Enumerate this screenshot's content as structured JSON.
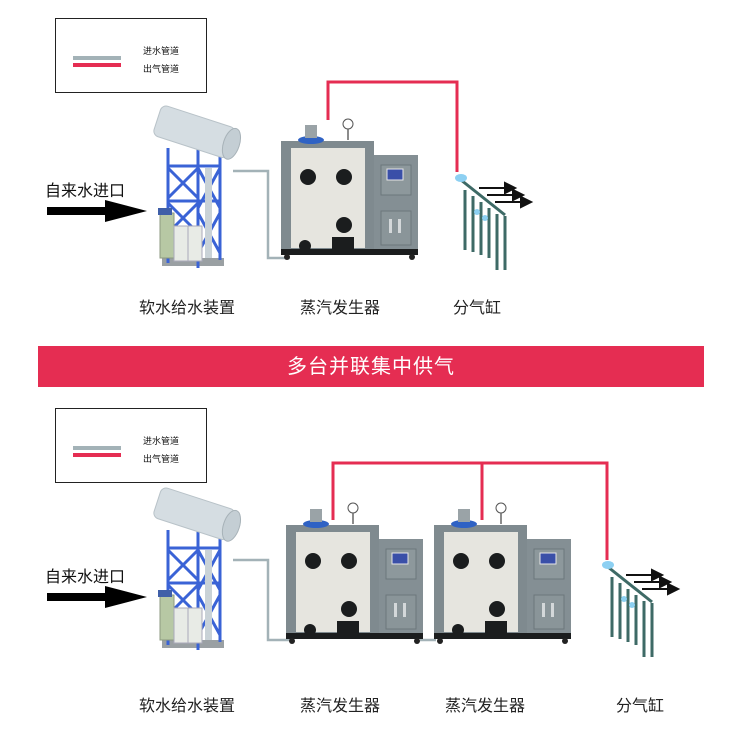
{
  "colors": {
    "water_pipe": "#a3b2b7",
    "steam_pipe": "#e52d52",
    "banner_bg": "#e52d52",
    "banner_text": "#ffffff",
    "frame_blue": "#3a63d6",
    "cabinet_gray": "#7f8a8f",
    "panel_cream": "#e6e5df",
    "manifold_teal": "#3e6a66"
  },
  "legend": {
    "water_pipe_label": "进水管道",
    "steam_pipe_label": "出气管道"
  },
  "top_section": {
    "inlet_label": "自来水进口",
    "captions": {
      "softener": "软水给水装置",
      "generator": "蒸汽发生器",
      "manifold": "分气缸"
    }
  },
  "banner": {
    "title": "多台并联集中供气"
  },
  "bottom_section": {
    "inlet_label": "自来水进口",
    "captions": {
      "softener": "软水给水装置",
      "generator_1": "蒸汽发生器",
      "generator_2": "蒸汽发生器",
      "manifold": "分气缸"
    }
  }
}
